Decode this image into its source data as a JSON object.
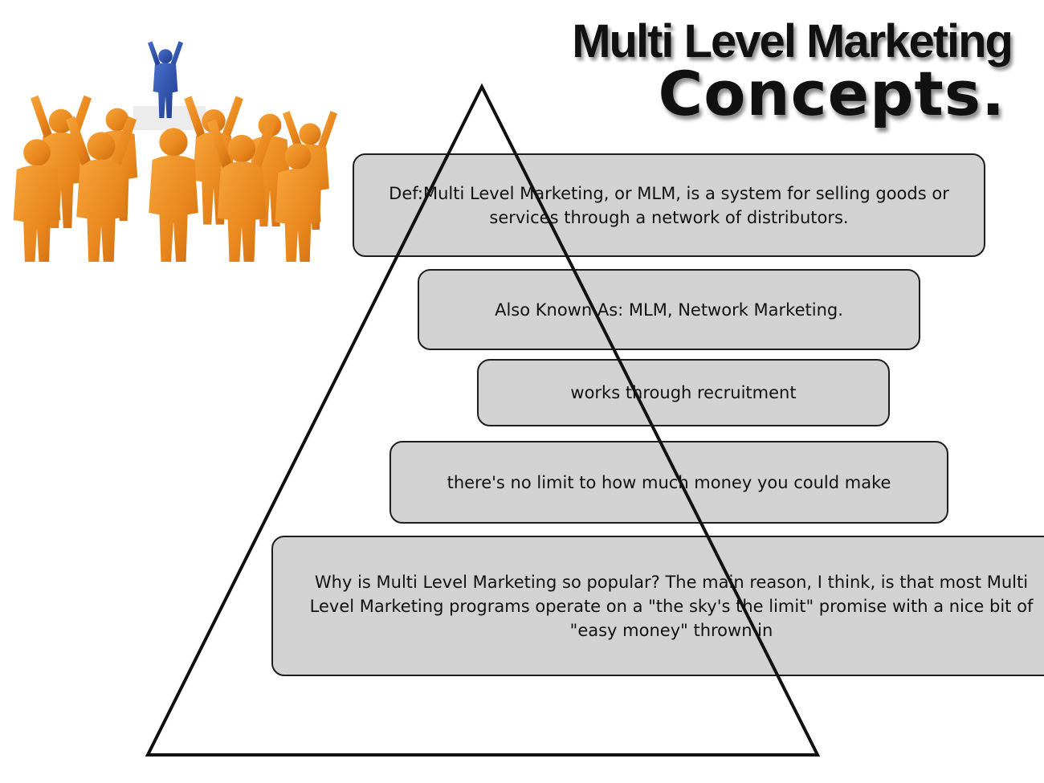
{
  "slide": {
    "title_line1": "Multi Level Marketing",
    "title_line2": "Concepts."
  },
  "illustration": {
    "icon": "people-crowd-leader-icon",
    "colors": {
      "crowd": "#e8861c",
      "leader": "#2b4fa8"
    }
  },
  "pyramid": {
    "items": [
      {
        "id": "definition",
        "text": "Def:Multi Level Marketing, or MLM, is a system for selling goods or services through a network of distributors."
      },
      {
        "id": "aka",
        "text": "Also Known As: MLM, Network Marketing."
      },
      {
        "id": "recruitment",
        "text": "works through recruitment"
      },
      {
        "id": "limit",
        "text": "there's no limit to how much money you could make"
      },
      {
        "id": "why",
        "text": "Why is Multi Level Marketing so popular? The main reason, I think, is that most Multi Level Marketing programs operate on a \"the sky's the limit\" promise with a nice bit of \"easy money\" thrown in"
      }
    ],
    "colors": {
      "box_fill": "#c8c8c8",
      "outline": "#1e1e1e"
    }
  }
}
